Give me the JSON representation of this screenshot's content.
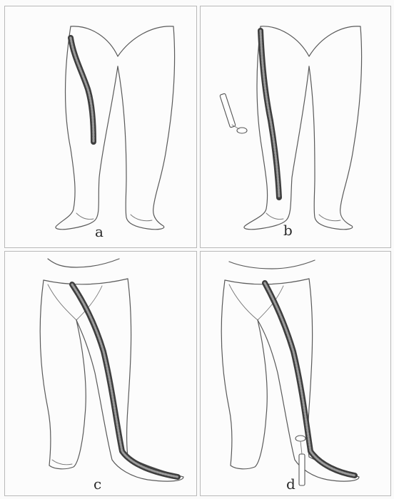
{
  "figure": {
    "panels": [
      {
        "id": "a",
        "label": "a"
      },
      {
        "id": "b",
        "label": "b"
      },
      {
        "id": "c",
        "label": "c"
      },
      {
        "id": "d",
        "label": "d"
      }
    ]
  },
  "colors": {
    "line": "#5a5a5a",
    "vein": "#3e3e3e",
    "border": "#b9b9b9"
  }
}
